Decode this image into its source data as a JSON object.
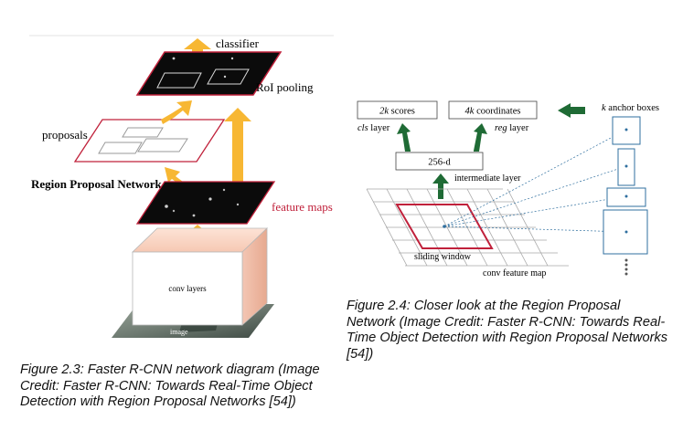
{
  "figure_left": {
    "labels": {
      "classifier": "classifier",
      "roi_pooling": "RoI pooling",
      "proposals": "proposals",
      "rpn": "Region Proposal Network",
      "feature_maps": "feature maps",
      "conv_layers": "conv layers",
      "image": "image"
    },
    "caption": "Figure 2.3: Faster R-CNN network diagram (Image Credit: Faster R-CNN: Towards Real-Time Object Detection with Region Proposal Networks [54])"
  },
  "figure_right": {
    "labels": {
      "scores_k": "2k",
      "scores_rest": " scores",
      "coords_k": "4k",
      "coords_rest": " coordinates",
      "cls_italic": "cls",
      "cls_rest": " layer",
      "reg_italic": "reg",
      "reg_rest": " layer",
      "d256": "256-d",
      "intermediate": "intermediate layer",
      "anchor_k": "k",
      "anchor_rest": " anchor boxes",
      "sliding": "sliding window",
      "conv_fm": "conv feature map"
    },
    "caption": "Figure 2.4: Closer look at the Region Proposal Network (Image Credit: Faster R-CNN: Towards Real-Time Object Detection with Region Proposal Networks [54])"
  },
  "colors": {
    "orange_arrow": "#f7b733",
    "green_arrow": "#1f6b35",
    "red_outline": "#c0213b",
    "blue_line": "#2f6f9f",
    "feature_label": "#c0213b"
  }
}
